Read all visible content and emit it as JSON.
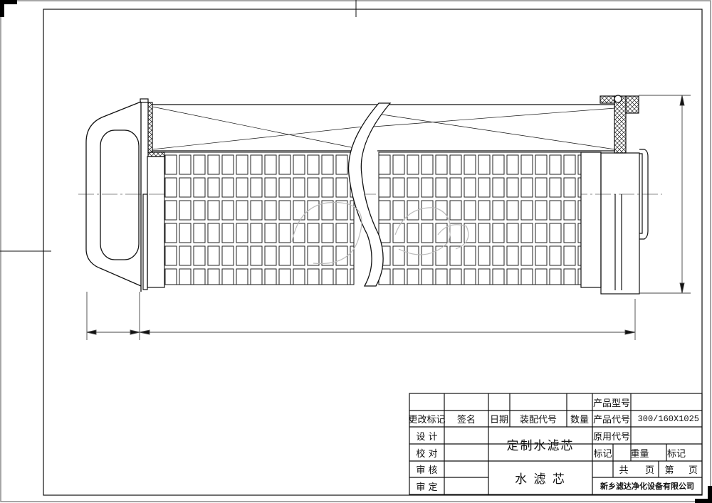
{
  "drawing": {
    "type": "engineering-drawing",
    "subject": "water filter element",
    "watermark": "Lvda",
    "dimensions": {
      "horizontal_left": "handle length (unlabeled)",
      "horizontal_main": "body length (unlabeled)",
      "vertical_right": "outer diameter (unlabeled)"
    }
  },
  "title_block": {
    "row1": {
      "product_model_label": "产品型号",
      "product_model_value": ""
    },
    "row2": {
      "change_mark": "更改标记",
      "signature": "签名",
      "date": "日期",
      "assembly_code": "装配代号",
      "quantity": "数量",
      "product_code_label": "产品代号",
      "product_code_value": "300/160X1025"
    },
    "design": "设 计",
    "check": "校 对",
    "review": "审 核",
    "approve": "审 定",
    "name_top": "定制水滤芯",
    "name_bottom": "水 滤 芯",
    "original_code_label": "原用代号",
    "mark_label": "标记",
    "weight_label": "重量",
    "scale_label": "标记",
    "total_pages": "共",
    "pages_unit1": "页",
    "page_no": "第",
    "pages_unit2": "页",
    "company": "新乡滤达净化设备有限公司"
  }
}
